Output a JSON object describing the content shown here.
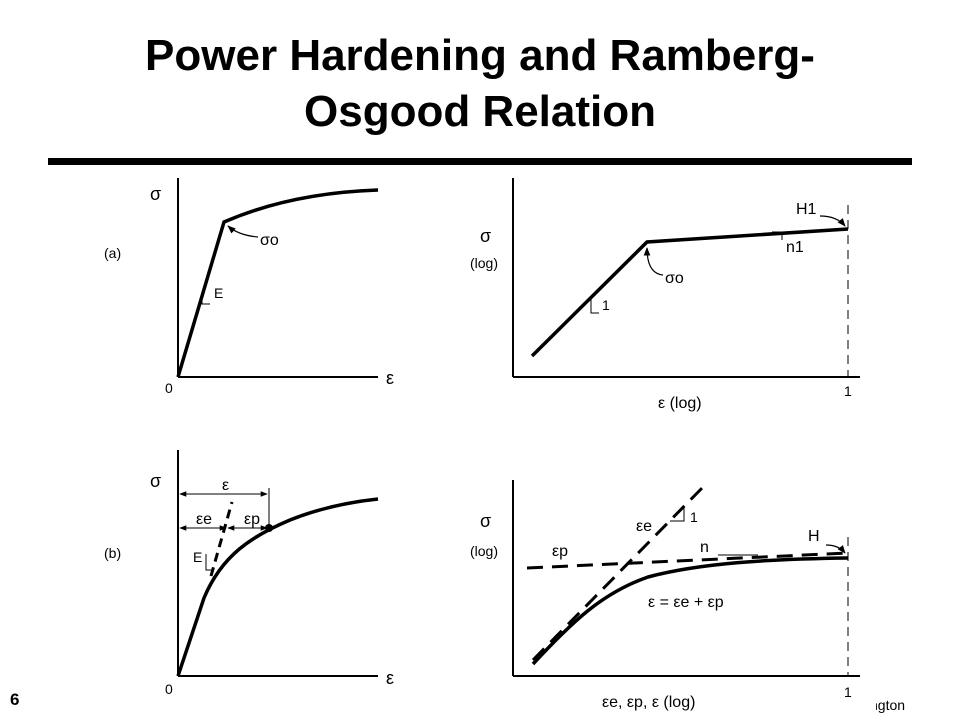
{
  "slide": {
    "title_line1": "Power Hardening and Ramberg-",
    "title_line2": "Osgood Relation",
    "number": "6",
    "footer_credit": "ngton"
  },
  "panel_a": {
    "label": "(a)",
    "y_axis_label": "σ",
    "x_axis_label": "ε",
    "origin_label": "0",
    "modulus_label": "E",
    "yield_label": "σo"
  },
  "panel_a_log": {
    "y_axis_label": "σ",
    "y_axis_sub": "(log)",
    "x_axis_label": "ε  (log)",
    "slope_label": "1",
    "yield_label": "σo",
    "coeff_label": "H1",
    "exponent_label": "n1",
    "x_tick_label": "1"
  },
  "panel_b": {
    "label": "(b)",
    "y_axis_label": "σ",
    "x_axis_label": "ε",
    "origin_label": "0",
    "total_strain_label": "ε",
    "elastic_strain_label": "εe",
    "plastic_strain_label": "εp",
    "modulus_label": "E"
  },
  "panel_b_log": {
    "y_axis_label": "σ",
    "y_axis_sub": "(log)",
    "x_axis_label": "εe, εp, ε  (log)",
    "elastic_label": "εe",
    "elastic_slope_label": "1",
    "plastic_label": "εp",
    "exponent_label": "n",
    "coeff_label": "H",
    "equation_label": "ε = εe + εp",
    "x_tick_label": "1"
  },
  "colors": {
    "ink": "#000000",
    "background": "#ffffff"
  }
}
